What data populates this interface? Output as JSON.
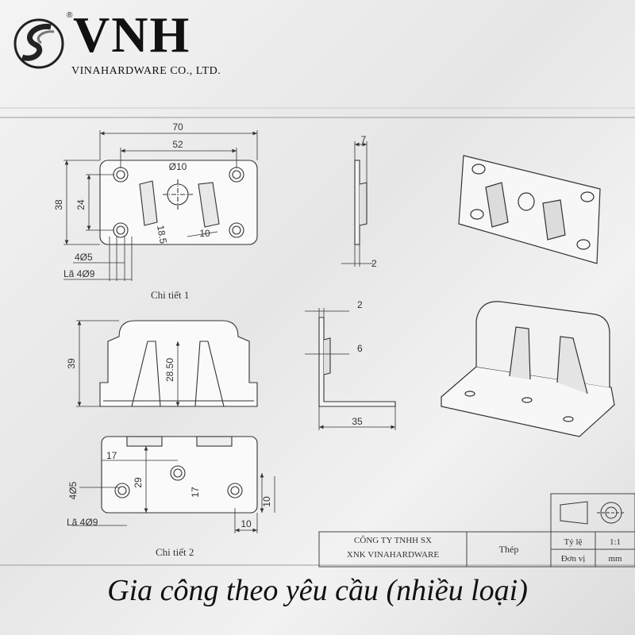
{
  "logo": {
    "brand": "VNH",
    "reg_mark": "®",
    "company": "VINAHARDWARE CO., LTD.",
    "emblem": "s-swirl-logo"
  },
  "detail1": {
    "label": "Chi tiết 1",
    "dims": {
      "width": "70",
      "hole_span": "52",
      "center_hole": "Ø10",
      "height": "38",
      "hole_vspan": "24",
      "slot_len": "18.5",
      "slot_w": "10",
      "hole": "4Ø5",
      "countersink": "Lã 4Ø9",
      "side_width": "7",
      "thickness": "2"
    }
  },
  "detail2": {
    "label": "Chi tiết 2",
    "dims": {
      "height": "39",
      "tab_height": "28.50",
      "thickness": "2",
      "lip": "6",
      "depth": "35",
      "edge": "17",
      "hole_span_v": "29",
      "hole_offset": "17",
      "edge_v": "10",
      "edge_h": "10",
      "hole": "4Ø5",
      "countersink": "Lã 4Ø9"
    }
  },
  "title_block": {
    "company_line1": "CÔNG TY TNHH SX",
    "company_line2": "XNK VINAHARDWARE",
    "material": "Thép",
    "scale_label": "Tỷ lệ",
    "scale_value": "1:1",
    "unit_label": "Đơn vị",
    "unit_value": "mm"
  },
  "caption": "Gia công theo yêu cầu (nhiều loại)"
}
